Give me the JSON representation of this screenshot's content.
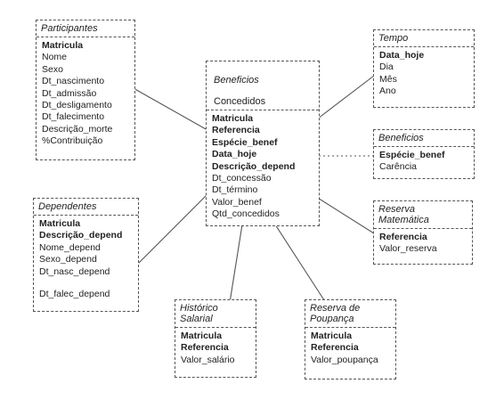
{
  "entities": {
    "participantes": {
      "name": "Participantes",
      "fields": [
        {
          "label": "Matricula",
          "key": true
        },
        {
          "label": "Nome",
          "key": false
        },
        {
          "label": "Sexo",
          "key": false
        },
        {
          "label": "Dt_nascimento",
          "key": false
        },
        {
          "label": "Dt_admissão",
          "key": false
        },
        {
          "label": "Dt_desligamento",
          "key": false
        },
        {
          "label": "Dt_falecimento",
          "key": false
        },
        {
          "label": "Descrição_morte",
          "key": false
        },
        {
          "label": "%Contribuição",
          "key": false
        }
      ]
    },
    "beneficios_concedidos": {
      "name": "Beneficios",
      "subtitle": "Concedidos",
      "fields": [
        {
          "label": "Matricula",
          "key": true
        },
        {
          "label": "Referencia",
          "key": true
        },
        {
          "label": "Espécie_benef",
          "key": true
        },
        {
          "label": "Data_hoje",
          "key": true
        },
        {
          "label": "Descrição_depend",
          "key": true
        },
        {
          "label": "Dt_concessão",
          "key": false
        },
        {
          "label": "Dt_término",
          "key": false
        },
        {
          "label": "Valor_benef",
          "key": false
        },
        {
          "label": "Qtd_concedidos",
          "key": false
        }
      ]
    },
    "tempo": {
      "name": "Tempo",
      "fields": [
        {
          "label": "Data_hoje",
          "key": true
        },
        {
          "label": "Dia",
          "key": false
        },
        {
          "label": "Mês",
          "key": false
        },
        {
          "label": "Ano",
          "key": false
        }
      ]
    },
    "beneficios": {
      "name": "Beneficios",
      "fields": [
        {
          "label": "Espécie_benef",
          "key": true
        },
        {
          "label": "Carência",
          "key": false
        }
      ]
    },
    "dependentes": {
      "name": "Dependentes",
      "fields": [
        {
          "label": "Matricula",
          "key": true
        },
        {
          "label": "Descrição_depend",
          "key": true
        },
        {
          "label": "Nome_depend",
          "key": false
        },
        {
          "label": "Sexo_depend",
          "key": false
        },
        {
          "label": "Dt_nasc_depend",
          "key": false
        },
        {
          "label": "Dt_falec_depend",
          "key": false,
          "gap": true
        }
      ]
    },
    "reserva_matematica": {
      "name": "Reserva\nMatemática",
      "fields": [
        {
          "label": "Referencia",
          "key": true
        },
        {
          "label": "Valor_reserva",
          "key": false
        }
      ]
    },
    "historico_salarial": {
      "name": "Histórico\nSalarial",
      "fields": [
        {
          "label": "Matricula",
          "key": true
        },
        {
          "label": "Referencia",
          "key": true
        },
        {
          "label": "Valor_salário",
          "key": false
        }
      ]
    },
    "reserva_poupanca": {
      "name": "Reserva de\nPoupança",
      "fields": [
        {
          "label": "Matricula",
          "key": true
        },
        {
          "label": "Referencia",
          "key": true
        },
        {
          "label": "Valor_poupança",
          "key": false
        }
      ]
    }
  }
}
